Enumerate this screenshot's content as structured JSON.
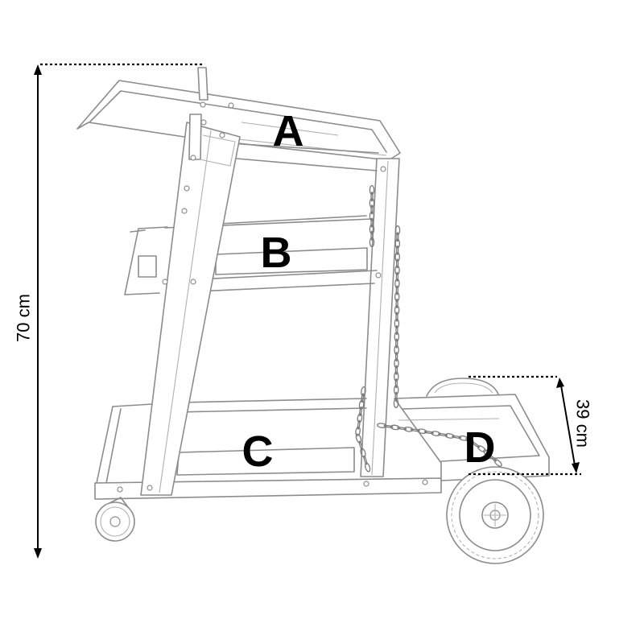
{
  "labels": {
    "a": "A",
    "b": "B",
    "c": "C",
    "d": "D"
  },
  "dimensions": {
    "total_height": "70 cm",
    "platform_height": "39 cm"
  },
  "colors": {
    "line": "#8c8c8c",
    "text": "#000000",
    "background": "#ffffff"
  }
}
